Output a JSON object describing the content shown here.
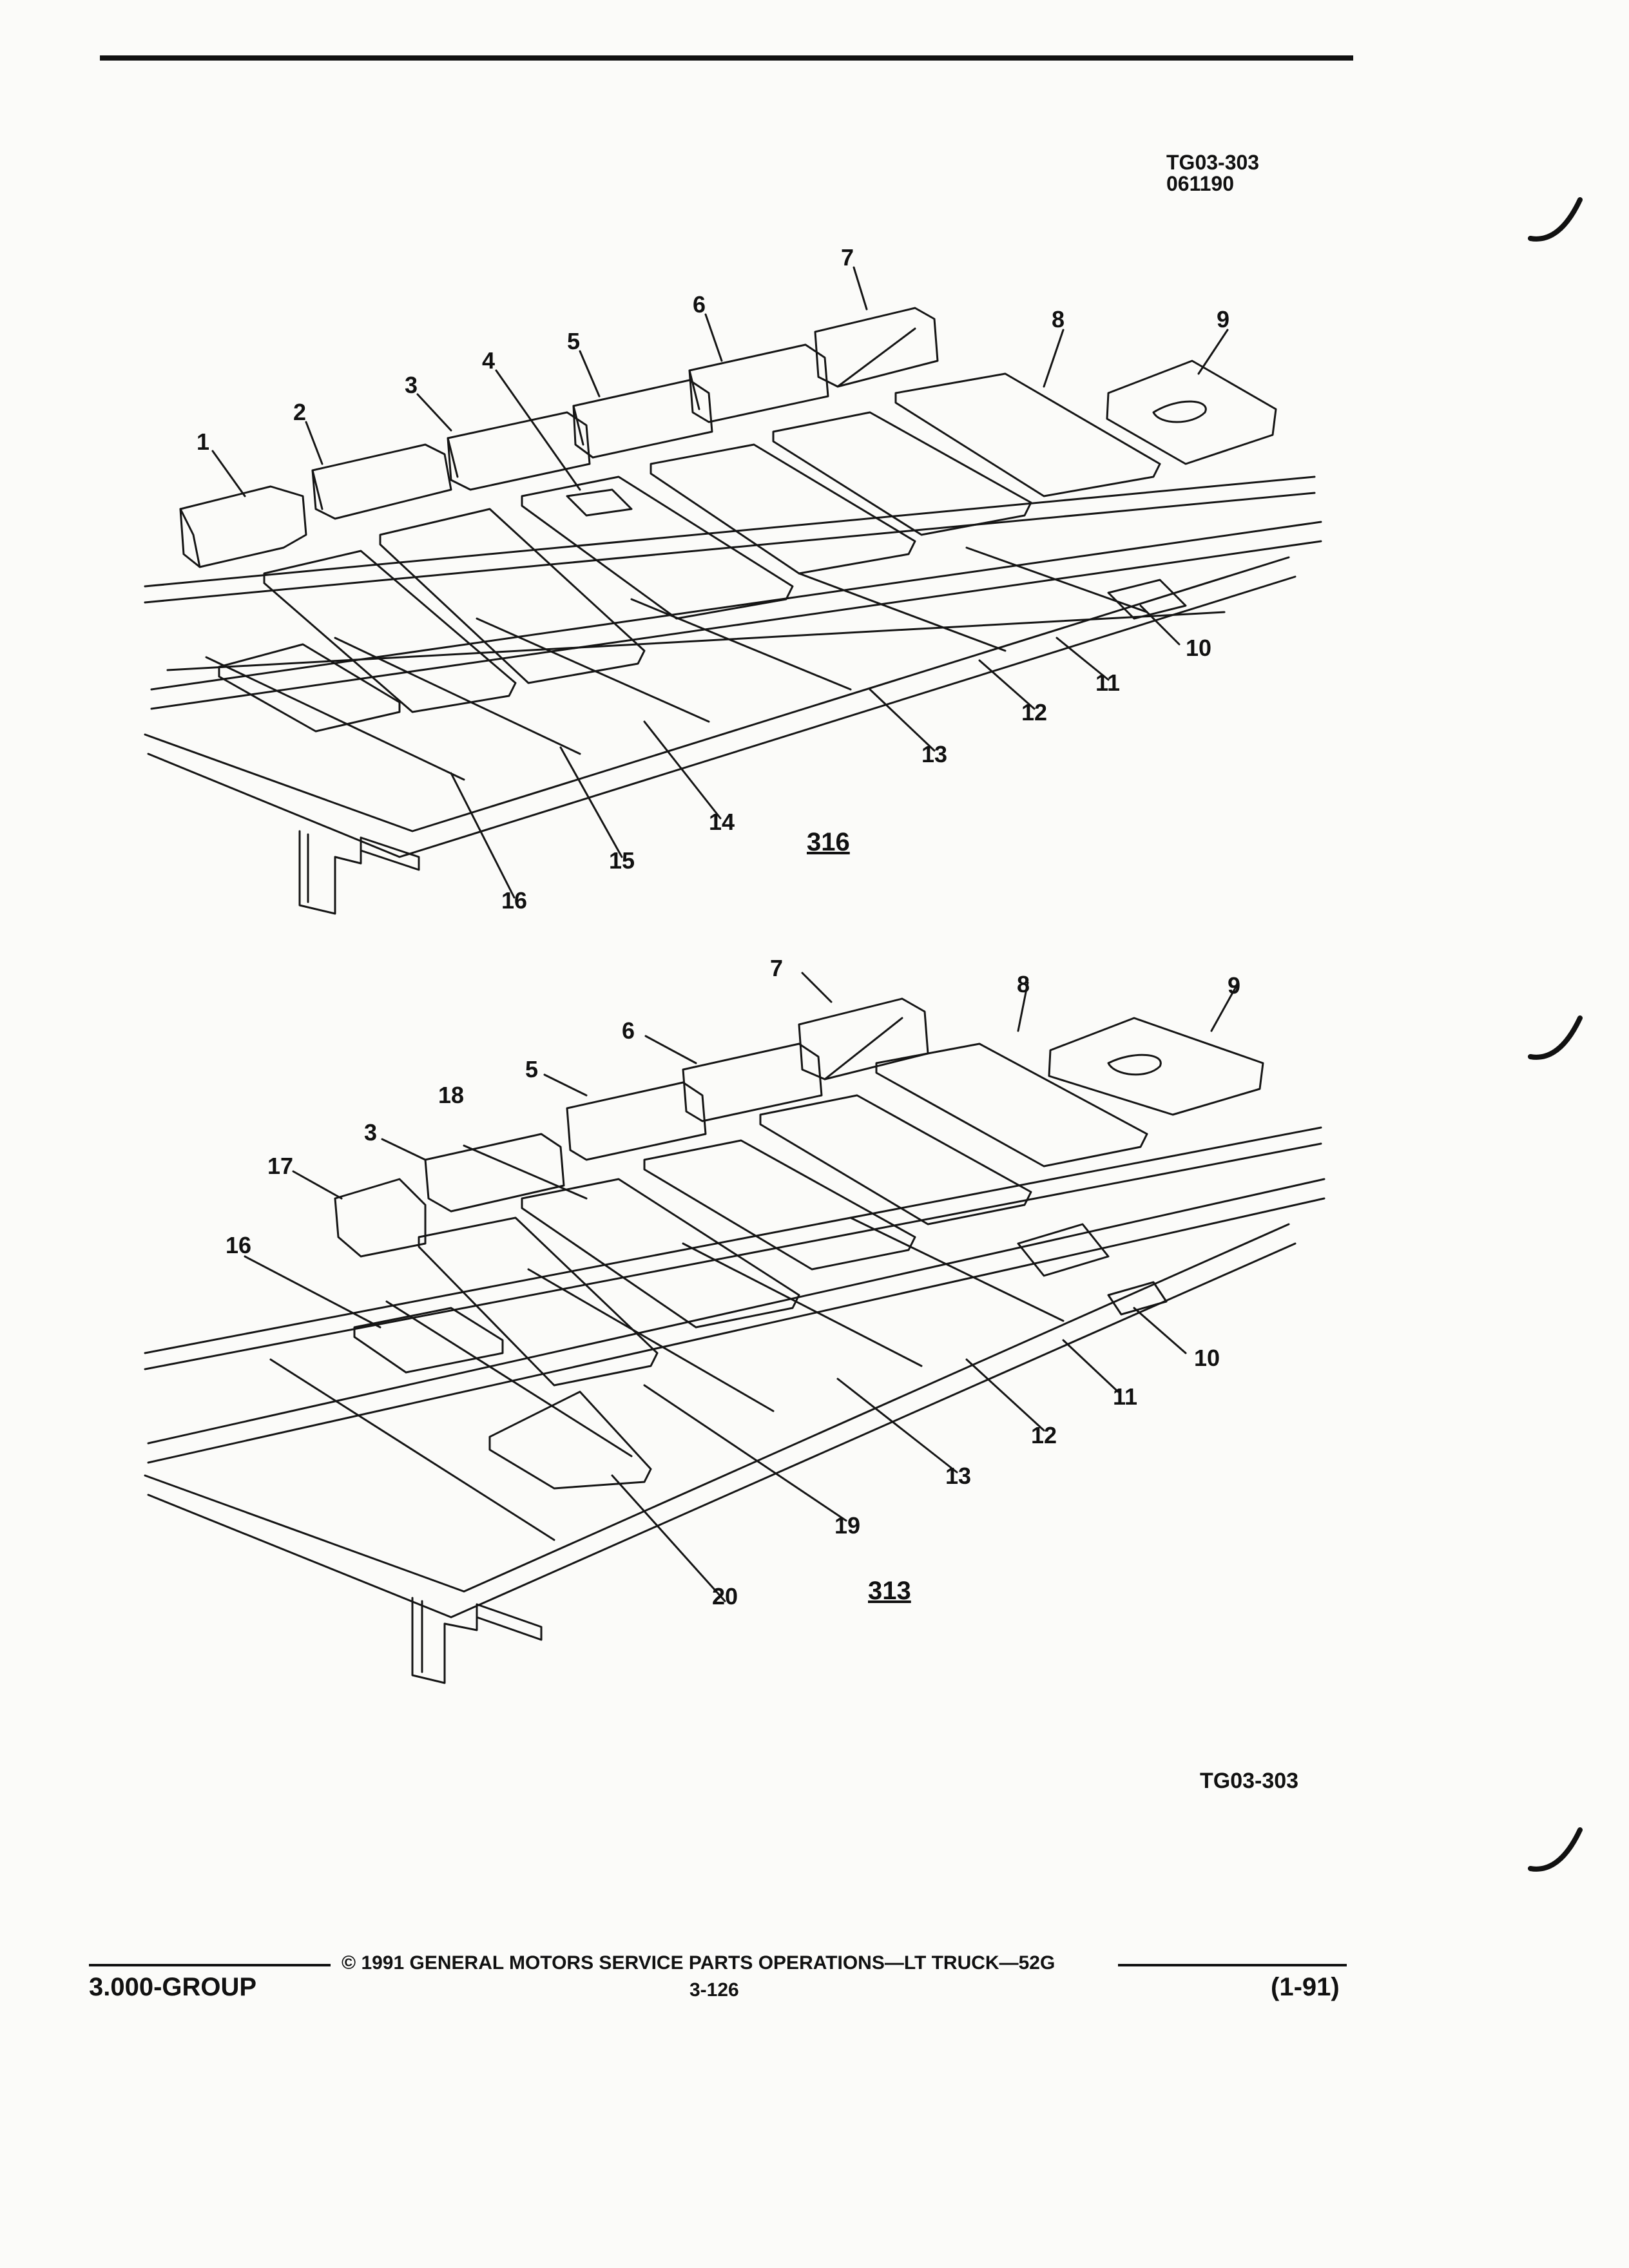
{
  "figure": {
    "id": "TG03-303",
    "date_code": "061190",
    "bottom_id": "TG03-303"
  },
  "views": [
    {
      "label": "316",
      "callouts": [
        "1",
        "2",
        "3",
        "4",
        "5",
        "6",
        "7",
        "8",
        "9",
        "10",
        "11",
        "12",
        "13",
        "14",
        "15",
        "16"
      ]
    },
    {
      "label": "313",
      "callouts": [
        "7",
        "8",
        "9",
        "6",
        "5",
        "18",
        "3",
        "17",
        "16",
        "10",
        "11",
        "12",
        "13",
        "19",
        "20"
      ]
    }
  ],
  "footer": {
    "group": "3.000-GROUP",
    "copyright": "© 1991 GENERAL MOTORS SERVICE PARTS OPERATIONS—LT TRUCK—52G",
    "page": "3-126",
    "revision": "(1-91)"
  }
}
